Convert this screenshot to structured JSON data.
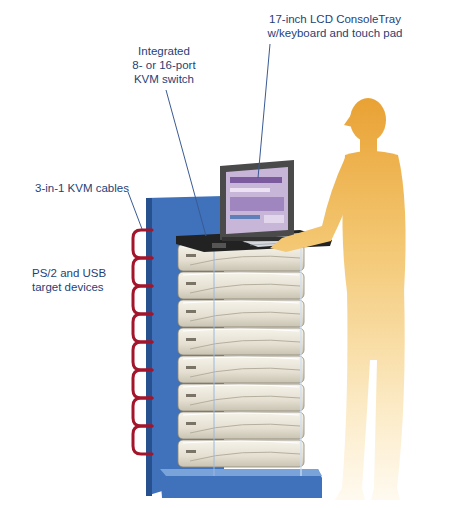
{
  "diagram": {
    "labels": [
      "17-inch LCD ConsoleTray w/keyboard and touch pad",
      "Integrated 8- or 16-port KVM switch",
      "3-in-1 KVM cables",
      "PS/2 and USB target devices"
    ]
  }
}
